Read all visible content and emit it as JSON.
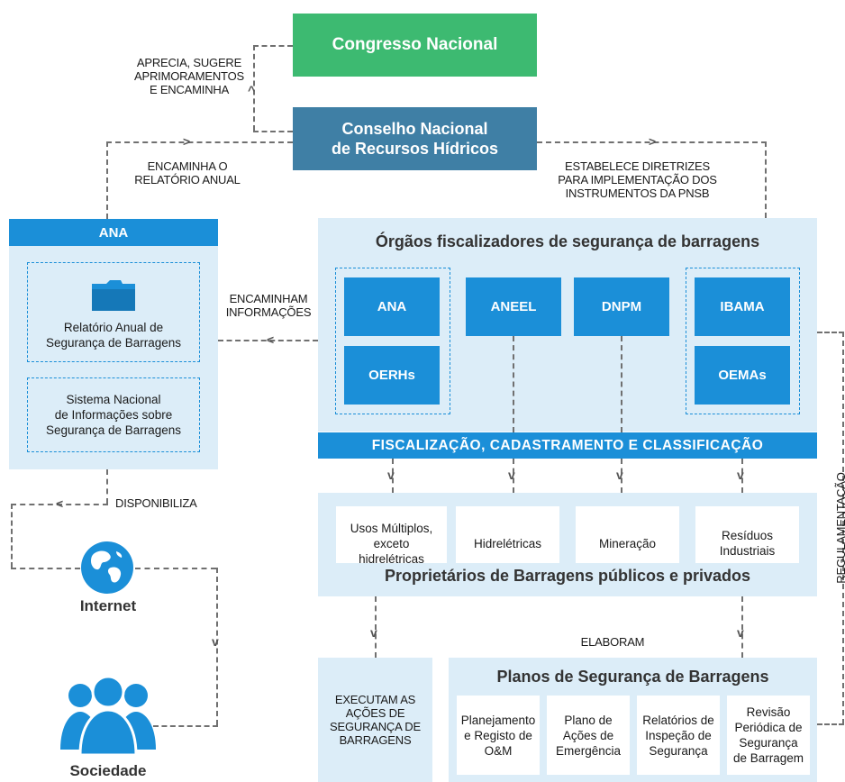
{
  "top": {
    "congresso": "Congresso Nacional",
    "conselho_line1": "Conselho Nacional",
    "conselho_line2": "de Recursos Hídricos",
    "aprecia_line1": "APRECIA, SUGERE",
    "aprecia_line2": "APRIMORAMENTOS",
    "aprecia_line3": "E ENCAMINHA",
    "encaminha_relatorio_line1": "ENCAMINHA O",
    "encaminha_relatorio_line2": "RELATÓRIO ANUAL",
    "estabelece_line1": "ESTABELECE DIRETRIZES",
    "estabelece_line2": "PARA IMPLEMENTAÇÃO DOS",
    "estabelece_line3": "INSTRUMENTOS DA PNSB"
  },
  "ana_panel": {
    "header": "ANA",
    "relatorio_line1": "Relatório Anual de",
    "relatorio_line2": "Segurança de Barragens",
    "sistema_line1": "Sistema Nacional",
    "sistema_line2": "de Informações sobre",
    "sistema_line3": "Segurança de Barragens"
  },
  "flows": {
    "encaminham_line1": "ENCAMINHAM",
    "encaminham_line2": "INFORMAÇÕES",
    "disponibiliza": "DISPONIBILIZA",
    "elaboram": "ELABORAM",
    "regulamentacao": "REGULAMENTAÇÃO"
  },
  "orgaos": {
    "title": "Órgãos fiscalizadores de segurança de barragens",
    "ana": "ANA",
    "oerhs": "OERHs",
    "aneel": "ANEEL",
    "dnpm": "DNPM",
    "ibama": "IBAMA",
    "oemas": "OEMAs",
    "banner": "FISCALIZAÇÃO, CADASTRAMENTO E CLASSIFICAÇÃO"
  },
  "proprietarios": {
    "usos_line1": "Usos Múltiplos,",
    "usos_line2": "exceto",
    "usos_line3": "hidrelétricas",
    "hidreletricas": "Hidrelétricas",
    "mineracao": "Mineração",
    "residuos_line1": "Resíduos",
    "residuos_line2": "Industriais",
    "title": "Proprietários de Barragens públicos e privados"
  },
  "executam": {
    "line1": "EXECUTAM AS",
    "line2": "AÇÕES DE",
    "line3": "SEGURANÇA DE",
    "line4": "BARRAGENS"
  },
  "planos": {
    "title": "Planos de Segurança de Barragens",
    "p1_line1": "Planejamento",
    "p1_line2": "e Registo de",
    "p1_line3": "O&M",
    "p2_line1": "Plano de",
    "p2_line2": "Ações de",
    "p2_line3": "Emergência",
    "p3_line1": "Relatórios de",
    "p3_line2": "Inspeção de",
    "p3_line3": "Segurança",
    "p4_line1": "Revisão",
    "p4_line2": "Periódica de",
    "p4_line3": "Segurança",
    "p4_line4": "de Barragem"
  },
  "sociedade": {
    "internet": "Internet",
    "sociedade": "Sociedade"
  },
  "colors": {
    "green": "#3dba71",
    "steel": "#3f7fa5",
    "blue": "#1b8fd8",
    "light_blue": "#dcedf8"
  }
}
